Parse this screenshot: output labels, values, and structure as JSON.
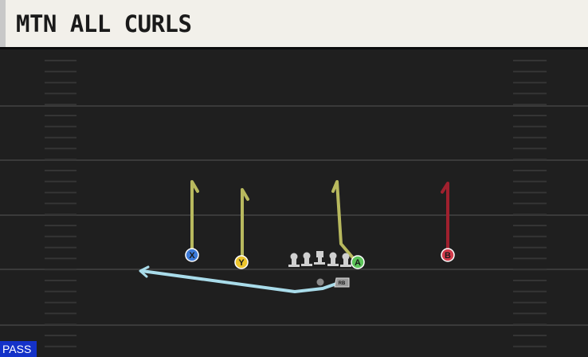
{
  "play": {
    "title": "MTN ALL CURLS",
    "type_badge": "PASS"
  },
  "players": [
    {
      "id": "X",
      "label": "X",
      "color": "#3c7ad8",
      "route": "curl",
      "route_color": "#b8b95e"
    },
    {
      "id": "Y",
      "label": "Y",
      "color": "#ecc42c",
      "route": "curl",
      "route_color": "#b8b95e"
    },
    {
      "id": "A",
      "label": "A",
      "color": "#5cc45a",
      "route": "curl",
      "route_color": "#b8b95e"
    },
    {
      "id": "B",
      "label": "B",
      "color": "#d23b4b",
      "route": "curl",
      "route_color": "#a0202e"
    },
    {
      "id": "RB",
      "label": "RB",
      "color": "#9a9a9a",
      "route": "swing",
      "route_color": "#a9dcea"
    }
  ],
  "colors": {
    "field": "#1f1f1f",
    "yard_line": "#3a3a3a",
    "hash": "#353535",
    "lineman": "#d0d0d0",
    "badge": "#1432c8"
  }
}
